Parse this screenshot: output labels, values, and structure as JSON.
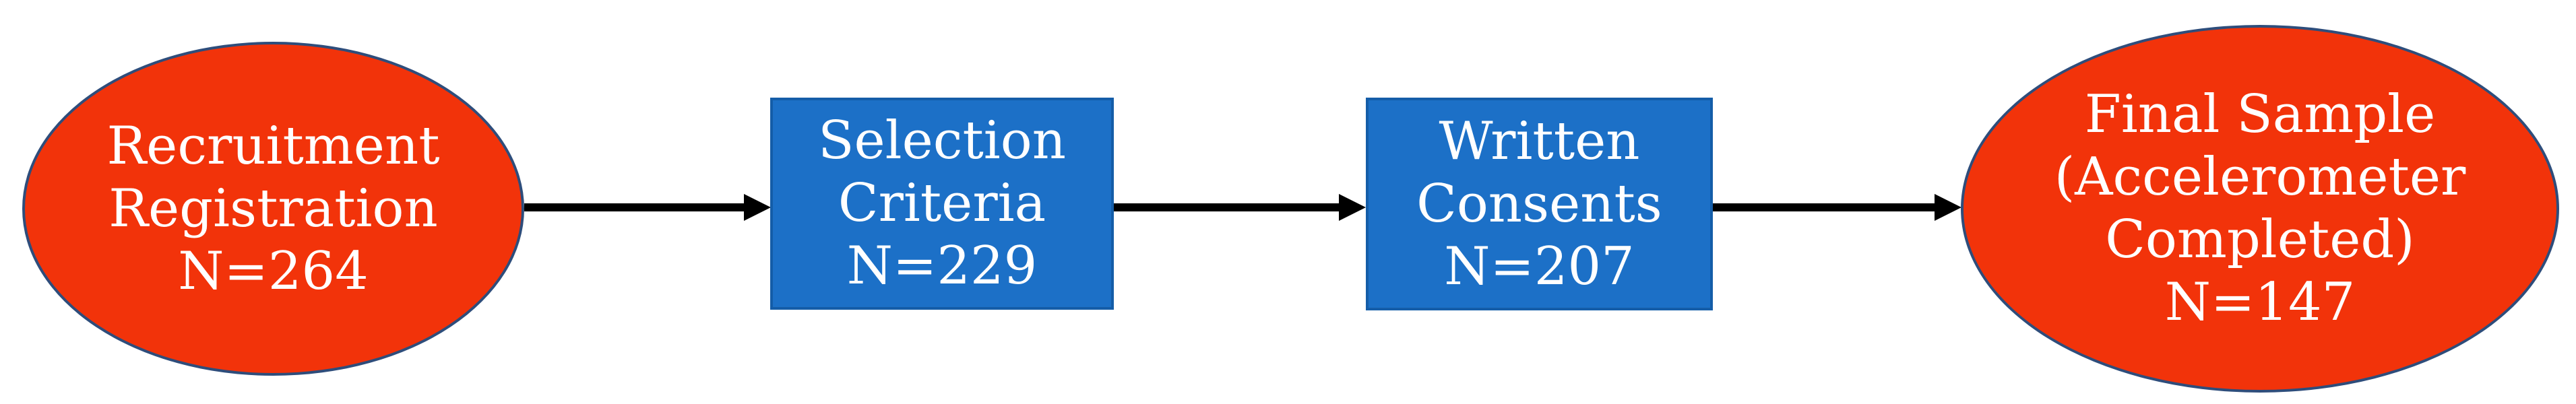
{
  "diagram": {
    "type": "flowchart",
    "background_color": "#ffffff",
    "text_color": "#ffffff",
    "arrow_color": "#000000",
    "ellipse_fill_color": "#F2330A",
    "ellipse_border_color": "#2E4D7B",
    "rect_fill_color": "#1C70C7",
    "rect_border_color": "#145DA8",
    "nodes": [
      {
        "id": "recruitment-registration",
        "shape": "ellipse",
        "label": "Recruitment Registration N=264",
        "n_value": 264,
        "lines": [
          "Recruitment",
          "Registration",
          "N=264"
        ]
      },
      {
        "id": "selection-criteria",
        "shape": "rectangle",
        "label": "Selection Criteria N=229",
        "n_value": 229,
        "lines": [
          "Selection",
          "Criteria",
          "N=229"
        ]
      },
      {
        "id": "written-consents",
        "shape": "rectangle",
        "label": "Written Consents N=207",
        "n_value": 207,
        "lines": [
          "Written",
          "Consents",
          "N=207"
        ]
      },
      {
        "id": "final-sample",
        "shape": "ellipse",
        "label": "Final Sample (Accelerometer Completed) N=147",
        "n_value": 147,
        "lines": [
          "Final Sample",
          "(Accelerometer",
          "Completed)",
          "N=147"
        ]
      }
    ],
    "connectors": [
      {
        "from": "recruitment-registration",
        "to": "selection-criteria",
        "direction": "right"
      },
      {
        "from": "selection-criteria",
        "to": "written-consents",
        "direction": "right"
      },
      {
        "from": "written-consents",
        "to": "final-sample",
        "direction": "right"
      }
    ]
  }
}
